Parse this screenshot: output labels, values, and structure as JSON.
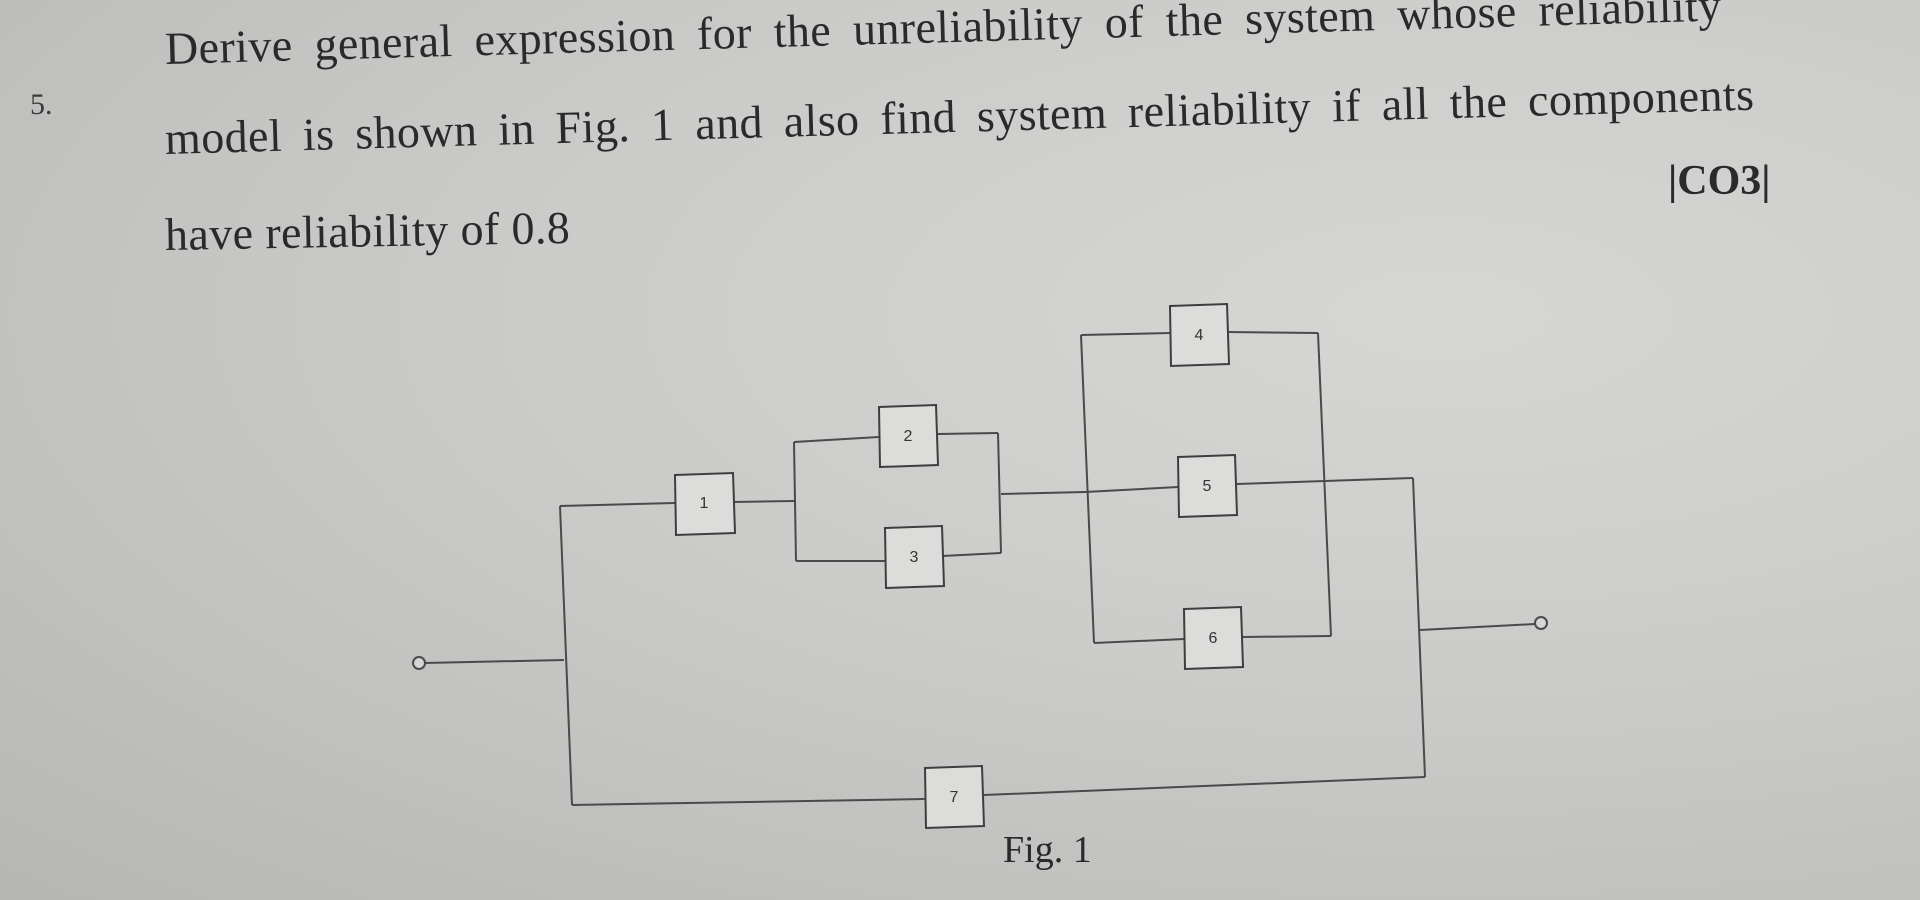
{
  "question": {
    "number": "5.",
    "lines": [
      "Derive general expression for the unreliability of the system whose reliability",
      "model is shown in Fig. 1 and also find system reliability if all the components",
      "have reliability of 0.8"
    ],
    "course_outcome": "|CO3|"
  },
  "diagram": {
    "blocks": [
      "1",
      "2",
      "3",
      "4",
      "5",
      "6",
      "7"
    ],
    "caption": "Fig. 1"
  }
}
